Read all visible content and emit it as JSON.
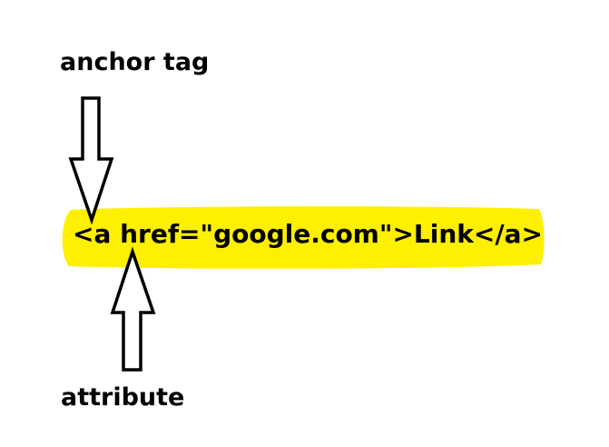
{
  "labels": {
    "top": "anchor tag",
    "bottom": "attribute"
  },
  "code": {
    "text": "<a href=\"google.com\">Link</a>"
  },
  "colors": {
    "highlight": "#ffef00",
    "stroke": "#000000",
    "text": "#000000",
    "background": "#ffffff"
  }
}
